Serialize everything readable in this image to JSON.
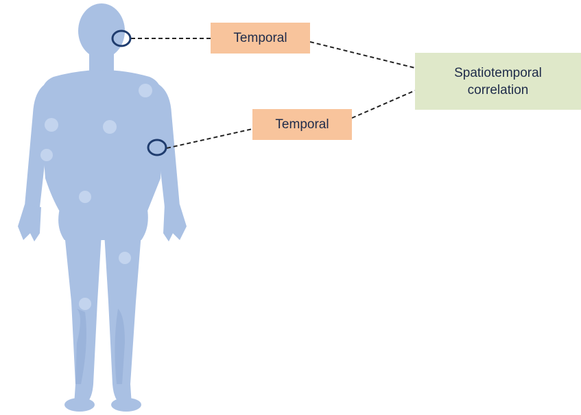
{
  "diagram": {
    "labels": {
      "temporal_head": "Temporal",
      "temporal_arm": "Temporal",
      "spatiotemporal_line1": "Spatiotemporal",
      "spatiotemporal_line2": "correlation"
    },
    "colors": {
      "body_fill": "#a9c0e3",
      "body_shade": "#92acd6",
      "sensor_ring": "#1f3c6e",
      "temporal_box": "#f8c49c",
      "spatiotemporal_box": "#dfe8c9",
      "connector": "#222222",
      "text": "#1e2b4a"
    },
    "icons": [
      "human-body-figure",
      "sensor-ring-icon"
    ]
  }
}
